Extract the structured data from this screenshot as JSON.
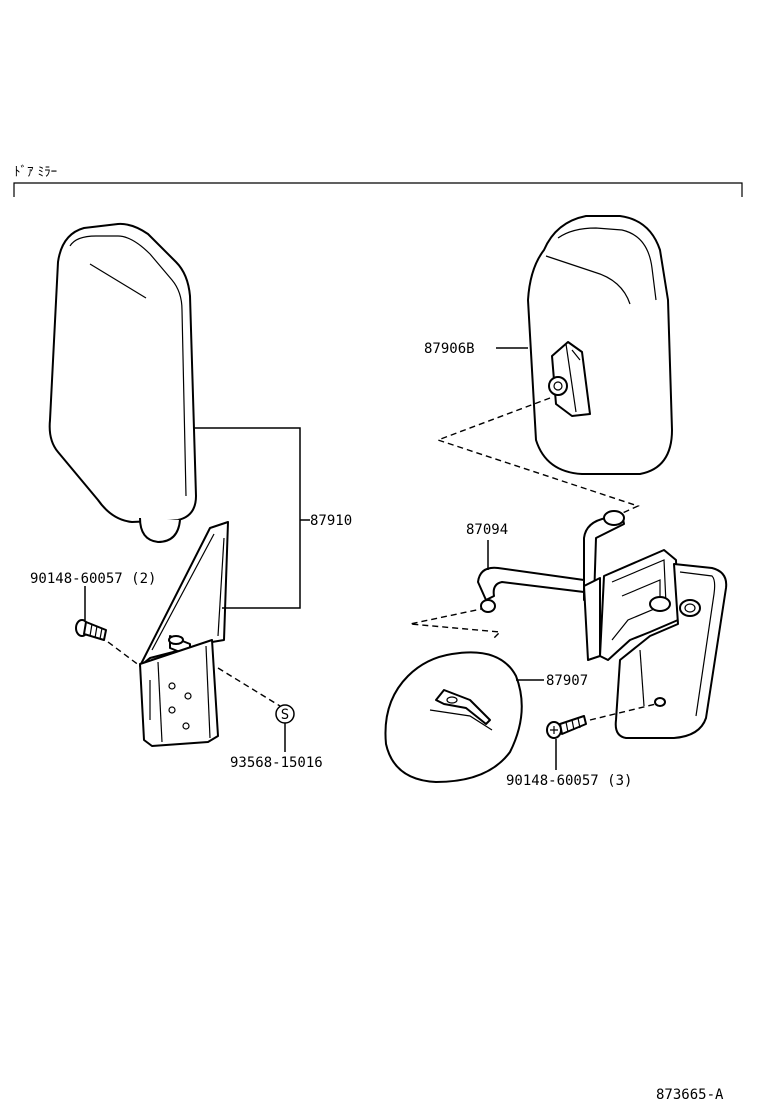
{
  "diagram": {
    "title": "ﾄﾞｱ ﾐﾗｰ",
    "code": "873665-A",
    "parts": [
      {
        "id": "87910",
        "label": "87910"
      },
      {
        "id": "90148-60057-2",
        "label": "90148-60057 (2)"
      },
      {
        "id": "93568-15016",
        "label": "93568-15016"
      },
      {
        "id": "87906B",
        "label": "87906B"
      },
      {
        "id": "87094",
        "label": "87094"
      },
      {
        "id": "87907",
        "label": "87907"
      },
      {
        "id": "90148-60057-3",
        "label": "90148-60057 (3)"
      }
    ],
    "symbols": {
      "s_mark": "S"
    }
  },
  "colors": {
    "ink": "#000000",
    "paper": "#ffffff"
  }
}
